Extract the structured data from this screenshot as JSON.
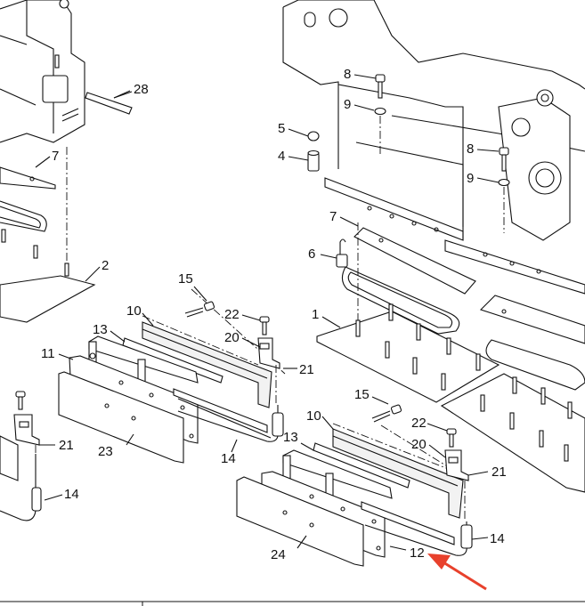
{
  "diagram": {
    "callouts": {
      "c28": "28",
      "c7a": "7",
      "c2": "2",
      "c8a": "8",
      "c9a": "9",
      "c5": "5",
      "c4": "4",
      "c8b": "8",
      "c9b": "9",
      "c7b": "7",
      "c6": "6",
      "c1": "1",
      "c15a": "15",
      "c22a": "22",
      "c10a": "10",
      "c20a": "20",
      "c13a": "13",
      "c11": "11",
      "c21a": "21",
      "c23": "23",
      "c14a": "14",
      "c21l": "21",
      "c14l": "14",
      "c15b": "15",
      "c10b": "10",
      "c22b": "22",
      "c20b": "20",
      "c13b": "13",
      "c21b": "21",
      "c24": "24",
      "c12": "12",
      "c14b": "14"
    },
    "highlight_arrow_color": "#e8412c",
    "line_color": "#111111"
  }
}
